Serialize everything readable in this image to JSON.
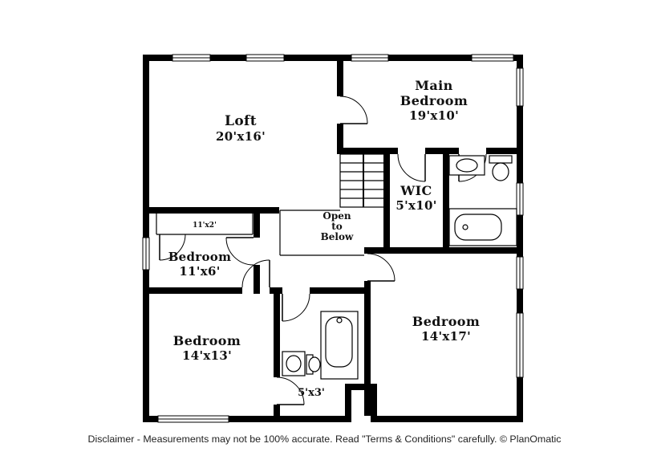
{
  "floor_plan": {
    "rooms": {
      "loft": {
        "name": "Loft",
        "dims": "20'x16'"
      },
      "main_bedroom": {
        "name_line1": "Main",
        "name_line2": "Bedroom",
        "dims": "19'x10'"
      },
      "wic": {
        "name": "WIC",
        "dims": "5'x10'"
      },
      "open_to_below": {
        "line1": "Open",
        "line2": "to",
        "line3": "Below"
      },
      "closet": {
        "dims": "11'x2'"
      },
      "bedroom_small": {
        "name": "Bedroom",
        "dims": "11'x6'"
      },
      "bedroom_left": {
        "name": "Bedroom",
        "dims": "14'x13'"
      },
      "bath": {
        "dims": "5'x3'"
      },
      "bedroom_right": {
        "name": "Bedroom",
        "dims": "14'x17'"
      }
    },
    "colors": {
      "wall": "#000000",
      "background": "#ffffff",
      "text": "#111111"
    }
  },
  "footer": {
    "disclaimer": "Disclaimer - Measurements may not be 100% accurate. Read \"Terms & Conditions\" carefully. © PlanOmatic"
  }
}
